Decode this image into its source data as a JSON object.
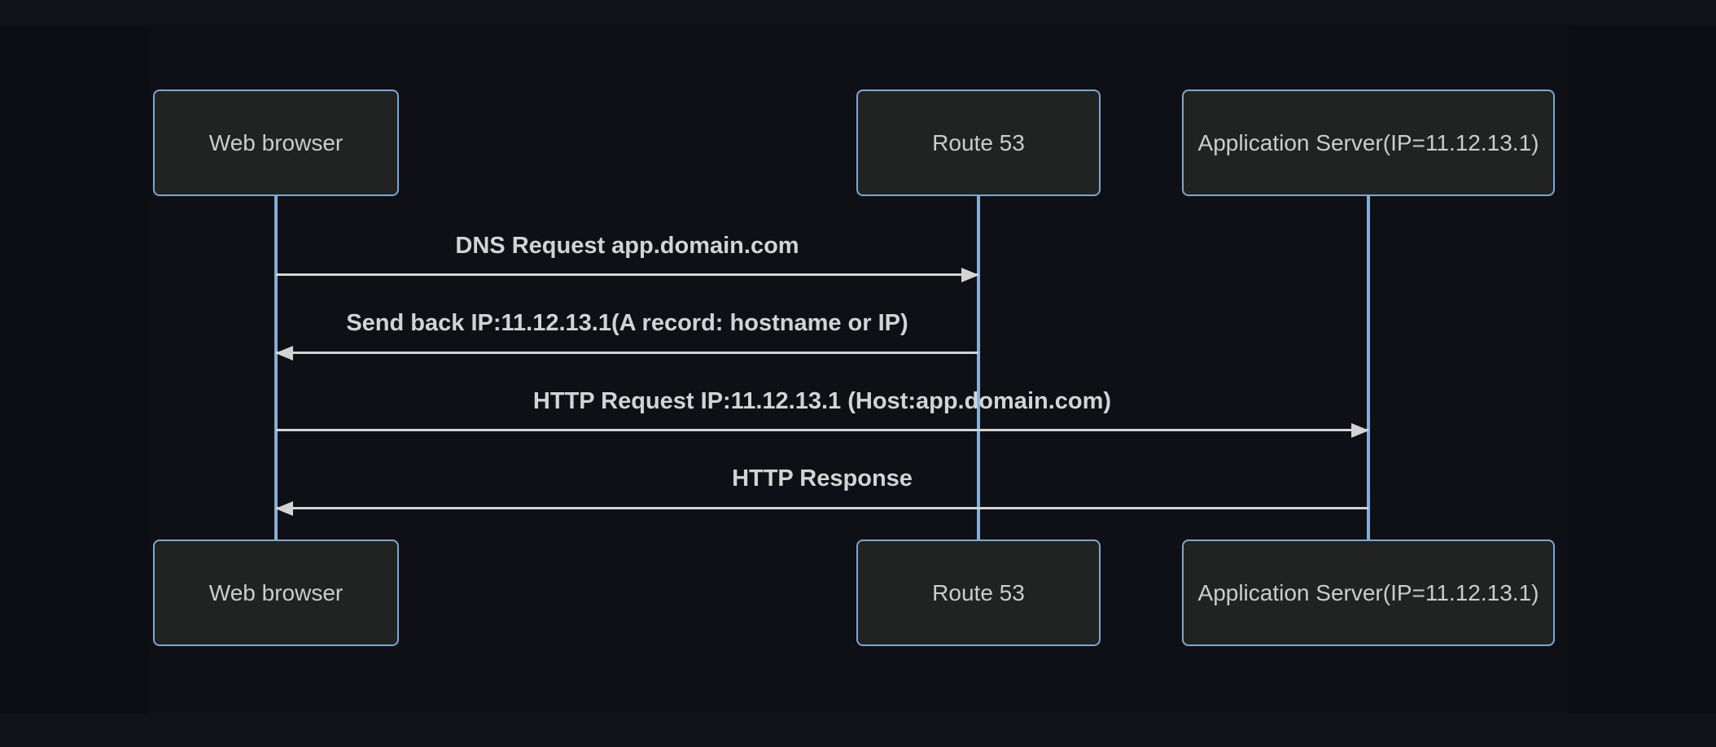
{
  "diagram": {
    "kind": "sequence-diagram",
    "theme": "dark",
    "actors": [
      {
        "id": "browser",
        "label": "Web browser"
      },
      {
        "id": "route53",
        "label": "Route 53"
      },
      {
        "id": "appserver",
        "label": "Application Server(IP=11.12.13.1)"
      }
    ],
    "messages": [
      {
        "from": "Web browser",
        "to": "Route 53",
        "label": "DNS Request app.domain.com",
        "line": "solid",
        "direction": "right"
      },
      {
        "from": "Route 53",
        "to": "Web browser",
        "label": "Send back IP:11.12.13.1(A record: hostname or IP)",
        "line": "solid",
        "direction": "left"
      },
      {
        "from": "Web browser",
        "to": "Application Server(IP=11.12.13.1)",
        "label": "HTTP Request IP:11.12.13.1 (Host:app.domain.com)",
        "line": "solid",
        "direction": "right"
      },
      {
        "from": "Application Server(IP=11.12.13.1)",
        "to": "Web browser",
        "label": "HTTP Response",
        "line": "solid",
        "direction": "left"
      }
    ],
    "colors": {
      "page_background": "#10131a",
      "band_background": "#0b0e12",
      "svg_background": "#0e1015",
      "actor_fill": "#212222",
      "actor_border": "#7fa6d2",
      "actor_text": "#cccccc",
      "lifeline": "#86acd8",
      "signal_line": "#d3d3d3",
      "signal_text": "#d3d3d3"
    }
  }
}
